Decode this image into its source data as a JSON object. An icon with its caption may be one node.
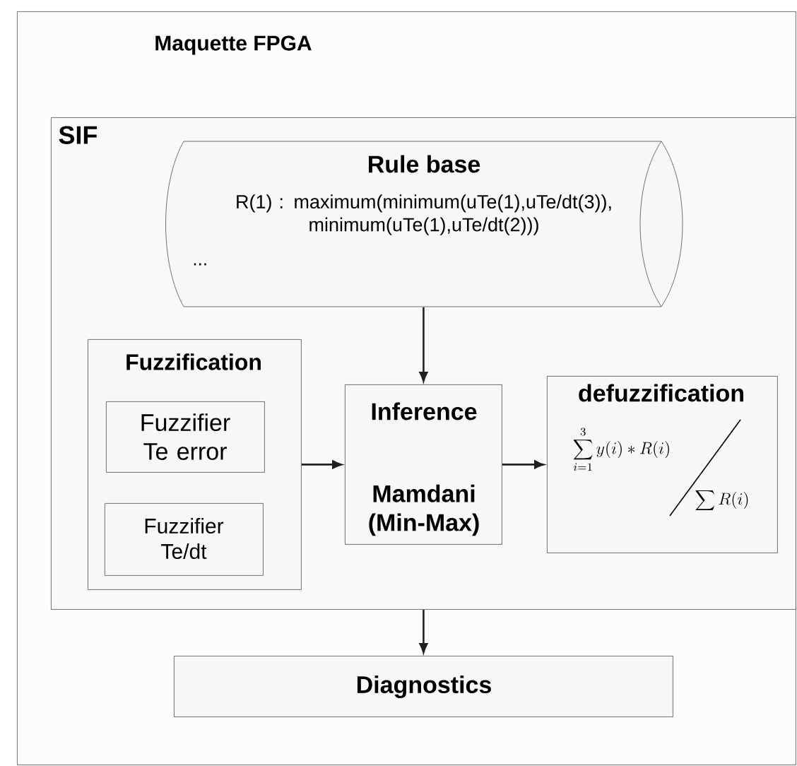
{
  "diagram": {
    "nodes": [
      {
        "text": [
          "Maquette FPGA"
        ]
      },
      {
        "text": [
          "SIF"
        ],
        "in": 0
      },
      {
        "text": [
          "Rule base",
          "R(1) : maximum(minimum(uTe(1),uTe/dt(3)), minimum(uTe(1),uTe/dt(2)))",
          "..."
        ],
        "in": 1
      },
      {
        "text": [
          "Fuzzification"
        ],
        "in": 1
      },
      {
        "text": [
          "Fuzzifier Te error"
        ],
        "in": 3
      },
      {
        "text": [
          "Fuzzifier Te/dt"
        ],
        "in": 3
      },
      {
        "text": [
          "Inference",
          "Mamdani (Min-Max)"
        ],
        "in": 1
      },
      {
        "text": [
          "defuzzification",
          "\\sum_{i=1}^{3} y(i) * R(i)",
          "\\sum R(i)"
        ],
        "in": 1
      },
      {
        "text": [
          "Diagnostics"
        ],
        "in": 0
      }
    ],
    "edges": [
      {
        "from": 2,
        "to": 6,
        "arrow": "to"
      },
      {
        "from": 3,
        "to": 6,
        "arrow": "to"
      },
      {
        "from": 6,
        "to": 7,
        "arrow": "to"
      },
      {
        "from": 1,
        "to": 8,
        "arrow": "to"
      }
    ]
  }
}
